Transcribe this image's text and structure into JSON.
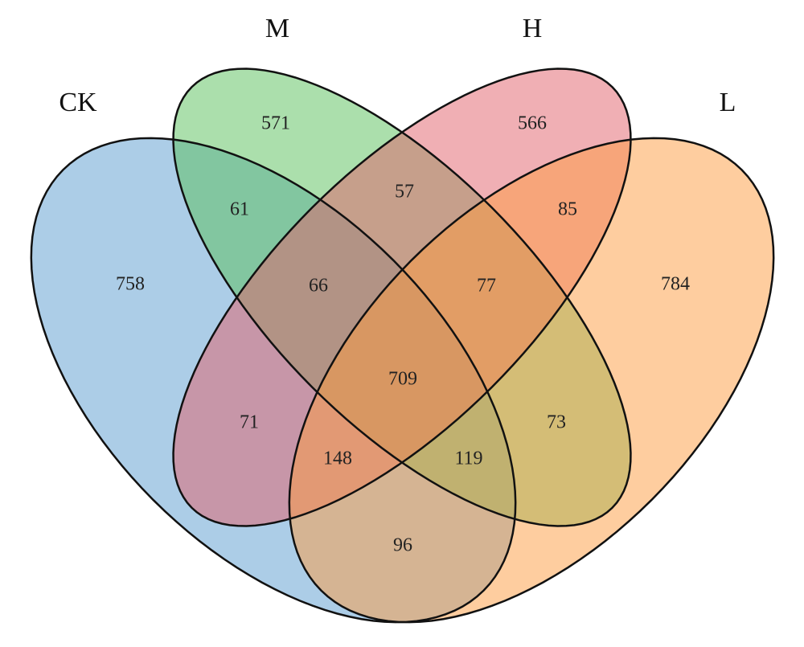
{
  "chart_data": {
    "type": "venn",
    "sets": [
      {
        "name": "CK",
        "color": "#5a9bd0"
      },
      {
        "name": "M",
        "color": "#58c05a"
      },
      {
        "name": "H",
        "color": "#e2606a"
      },
      {
        "name": "L",
        "color": "#fd9c40"
      }
    ],
    "regions": [
      {
        "sets": [
          "CK"
        ],
        "value": 758
      },
      {
        "sets": [
          "M"
        ],
        "value": 571
      },
      {
        "sets": [
          "H"
        ],
        "value": 566
      },
      {
        "sets": [
          "L"
        ],
        "value": 784
      },
      {
        "sets": [
          "CK",
          "M"
        ],
        "value": 61
      },
      {
        "sets": [
          "M",
          "H"
        ],
        "value": 57
      },
      {
        "sets": [
          "H",
          "L"
        ],
        "value": 85
      },
      {
        "sets": [
          "CK",
          "M",
          "H"
        ],
        "value": 66
      },
      {
        "sets": [
          "M",
          "H",
          "L"
        ],
        "value": 77
      },
      {
        "sets": [
          "CK",
          "M",
          "H",
          "L"
        ],
        "value": 709
      },
      {
        "sets": [
          "CK",
          "H"
        ],
        "value": 71
      },
      {
        "sets": [
          "M",
          "L"
        ],
        "value": 73
      },
      {
        "sets": [
          "CK",
          "H",
          "L"
        ],
        "value": 148
      },
      {
        "sets": [
          "CK",
          "M",
          "L"
        ],
        "value": 119
      },
      {
        "sets": [
          "CK",
          "L"
        ],
        "value": 96
      }
    ]
  }
}
